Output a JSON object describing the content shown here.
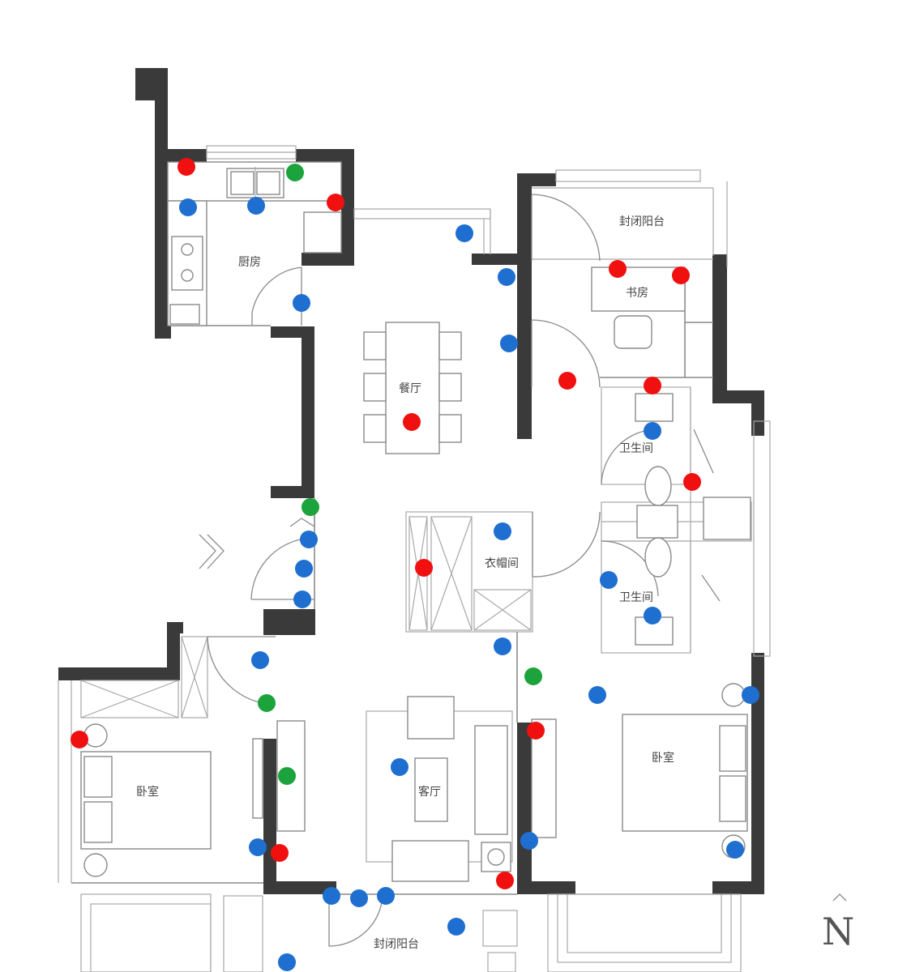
{
  "rooms": {
    "kitchen": "厨房",
    "balcony_top": "封闭阳台",
    "study": "书房",
    "dining": "餐厅",
    "bath_upper": "卫生间",
    "bath_lower": "卫生间",
    "closet": "衣帽间",
    "bedroom_left": "卧室",
    "bedroom_right": "卧室",
    "living": "客厅",
    "balcony_bottom": "封闭阳台"
  },
  "compass": {
    "letter": "N"
  },
  "colors": {
    "red": "#f01010",
    "blue": "#1e6fd0",
    "green": "#1ca33c"
  },
  "markers": [
    {
      "c": "red"
    },
    {
      "c": "green"
    },
    {
      "c": "blue"
    },
    {
      "c": "blue"
    },
    {
      "c": "red"
    },
    {
      "c": "blue"
    },
    {
      "c": "blue"
    },
    {
      "c": "blue"
    },
    {
      "c": "blue"
    },
    {
      "c": "red"
    },
    {
      "c": "red"
    },
    {
      "c": "red"
    },
    {
      "c": "red"
    },
    {
      "c": "red"
    },
    {
      "c": "blue"
    },
    {
      "c": "red"
    },
    {
      "c": "green"
    },
    {
      "c": "blue"
    },
    {
      "c": "blue"
    },
    {
      "c": "blue"
    },
    {
      "c": "blue"
    },
    {
      "c": "red"
    },
    {
      "c": "blue"
    },
    {
      "c": "blue"
    },
    {
      "c": "blue"
    },
    {
      "c": "blue"
    },
    {
      "c": "green"
    },
    {
      "c": "green"
    },
    {
      "c": "red"
    },
    {
      "c": "blue"
    },
    {
      "c": "blue"
    },
    {
      "c": "green"
    },
    {
      "c": "red"
    },
    {
      "c": "blue"
    },
    {
      "c": "blue"
    },
    {
      "c": "blue"
    },
    {
      "c": "red"
    },
    {
      "c": "blue"
    },
    {
      "c": "blue"
    },
    {
      "c": "blue"
    },
    {
      "c": "blue"
    },
    {
      "c": "red"
    },
    {
      "c": "blue"
    },
    {
      "c": "blue"
    }
  ]
}
